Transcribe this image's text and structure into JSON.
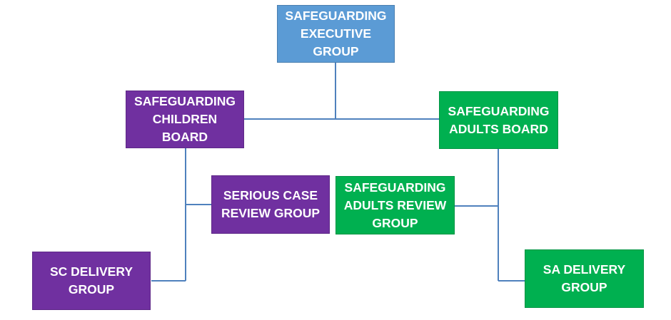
{
  "diagram": {
    "nodes": {
      "executive_group": {
        "lines": [
          "SAFEGUARDING",
          "EXECUTIVE",
          "GROUP"
        ]
      },
      "children_board": {
        "lines": [
          "SAFEGUARDING",
          "CHILDREN",
          "BOARD"
        ]
      },
      "adults_board": {
        "lines": [
          "SAFEGUARDING",
          "ADULTS BOARD"
        ]
      },
      "serious_case_review_group": {
        "lines": [
          "SERIOUS CASE",
          "REVIEW GROUP"
        ]
      },
      "adults_review_group": {
        "lines": [
          "SAFEGUARDING",
          "ADULTS REVIEW",
          "GROUP"
        ]
      },
      "sc_delivery_group": {
        "lines": [
          "SC DELIVERY",
          "GROUP"
        ]
      },
      "sa_delivery_group": {
        "lines": [
          "SA DELIVERY",
          "GROUP"
        ]
      }
    },
    "colors": {
      "executive": "#5b9bd5",
      "children": "#7030a0",
      "adults": "#00b050",
      "connector": "#4f81bd"
    }
  }
}
